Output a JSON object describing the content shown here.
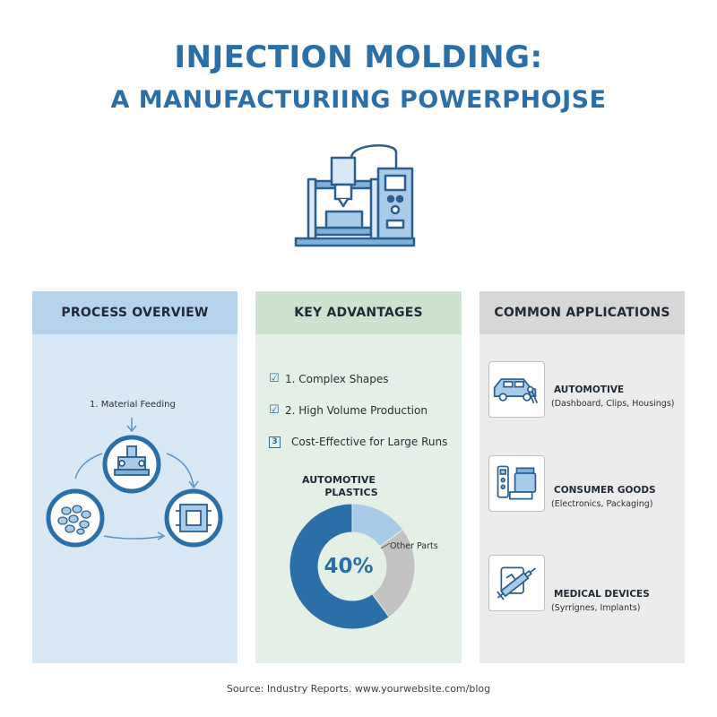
{
  "title": {
    "line1": "INJECTION MOLDING:",
    "line2": "A MANUFACTURIING POWERPHOJSE"
  },
  "hero_icon": "injection-molding-machine-icon",
  "panels": {
    "process": {
      "heading": "PROCESS OVERVIEW",
      "step_label": "1. Material Feeding",
      "icons": [
        "molding-press-icon",
        "mold-icon",
        "plastic-pellets-icon"
      ]
    },
    "advantages": {
      "heading": "KEY ADVANTAGES",
      "items": [
        {
          "marker": "☑",
          "text": "1. Complex Shapes"
        },
        {
          "marker": "☑",
          "text": "2. High Volume Production"
        },
        {
          "marker": "3",
          "text": "Cost-Effective for Large Runs"
        }
      ]
    },
    "applications": {
      "heading": "COMMON APPLICATIONS",
      "items": [
        {
          "name": "AUTOMOTIVE",
          "detail": "(Dashboard, Clips, Housings)",
          "icon": "car-icon"
        },
        {
          "name": "CONSUMER GOODS",
          "detail": "(Electronics, Packaging)",
          "icon": "consumer-goods-icon"
        },
        {
          "name": "MEDICAL DEVICES",
          "detail": "(Syrrignes, Implants)",
          "icon": "syringe-icon"
        }
      ]
    }
  },
  "chart_data": {
    "type": "pie",
    "title": "",
    "center_label": "40%",
    "slices": [
      {
        "label": "AUTOMOTIVE PLASTICS",
        "value": 60,
        "color": "#2a6fa8"
      },
      {
        "label": "",
        "value": 15,
        "color": "#a8cbe8"
      },
      {
        "label": "Other Parts",
        "value": 25,
        "color": "#c2c2c2"
      }
    ],
    "annotation_top_line1": "AUTOMOTIVE",
    "annotation_top_line2": "PLASTICS"
  },
  "colors": {
    "brand_blue": "#2a6fa8",
    "light_blue": "#a8cbe8",
    "grey": "#c2c2c2"
  },
  "source": "Source: Industry Reports. www.yourwebsite.com/blog"
}
